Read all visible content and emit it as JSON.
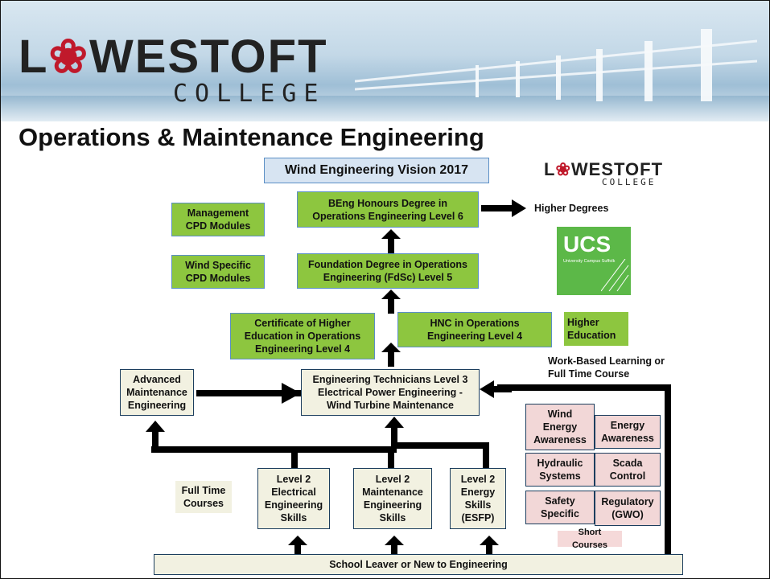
{
  "slide": {
    "logo_main_prefix": "L",
    "logo_main_mark": "❀",
    "logo_main_suffix": "WESTOFT",
    "logo_sub": "COLLEGE",
    "heading": "Operations & Maintenance Engineering"
  },
  "diagram": {
    "title": "Wind Engineering Vision 2017",
    "logo_main_prefix": "L",
    "logo_main_mark": "❀",
    "logo_main_suffix": "WESTOFT",
    "logo_sub": "COLLEGE",
    "ucs_title": "UCS",
    "ucs_sub": "University Campus Suffolk",
    "higher_degrees": "Higher Degrees",
    "higher_education": "Higher Education",
    "work_based": "Work-Based Learning or Full Time Course",
    "management_cpd": "Management CPD Modules",
    "wind_cpd": "Wind Specific CPD Modules",
    "beng": "BEng Honours Degree in Operations Engineering Level 6",
    "foundation": "Foundation Degree in Operations Engineering (FdSc) Level 5",
    "certhe": "Certificate of Higher Education in Operations Engineering Level 4",
    "hnc": "HNC in Operations Engineering Level 4",
    "advanced": "Advanced Maintenance Engineering",
    "technicians": "Engineering Technicians Level 3 Electrical Power Engineering - Wind Turbine Maintenance",
    "full_time": "Full Time Courses",
    "level2_electrical": "Level 2 Electrical Engineering Skills",
    "level2_maintenance": "Level 2 Maintenance Engineering Skills",
    "level2_energy": "Level 2 Energy Skills (ESFP)",
    "short_courses_items": [
      "Wind Energy Awareness",
      "Energy Awareness",
      "Hydraulic Systems",
      "Scada Control",
      "Safety Specific",
      "Regulatory (GWO)"
    ],
    "short_courses": "Short Courses",
    "school_leaver": "School Leaver or New to Engineering"
  }
}
